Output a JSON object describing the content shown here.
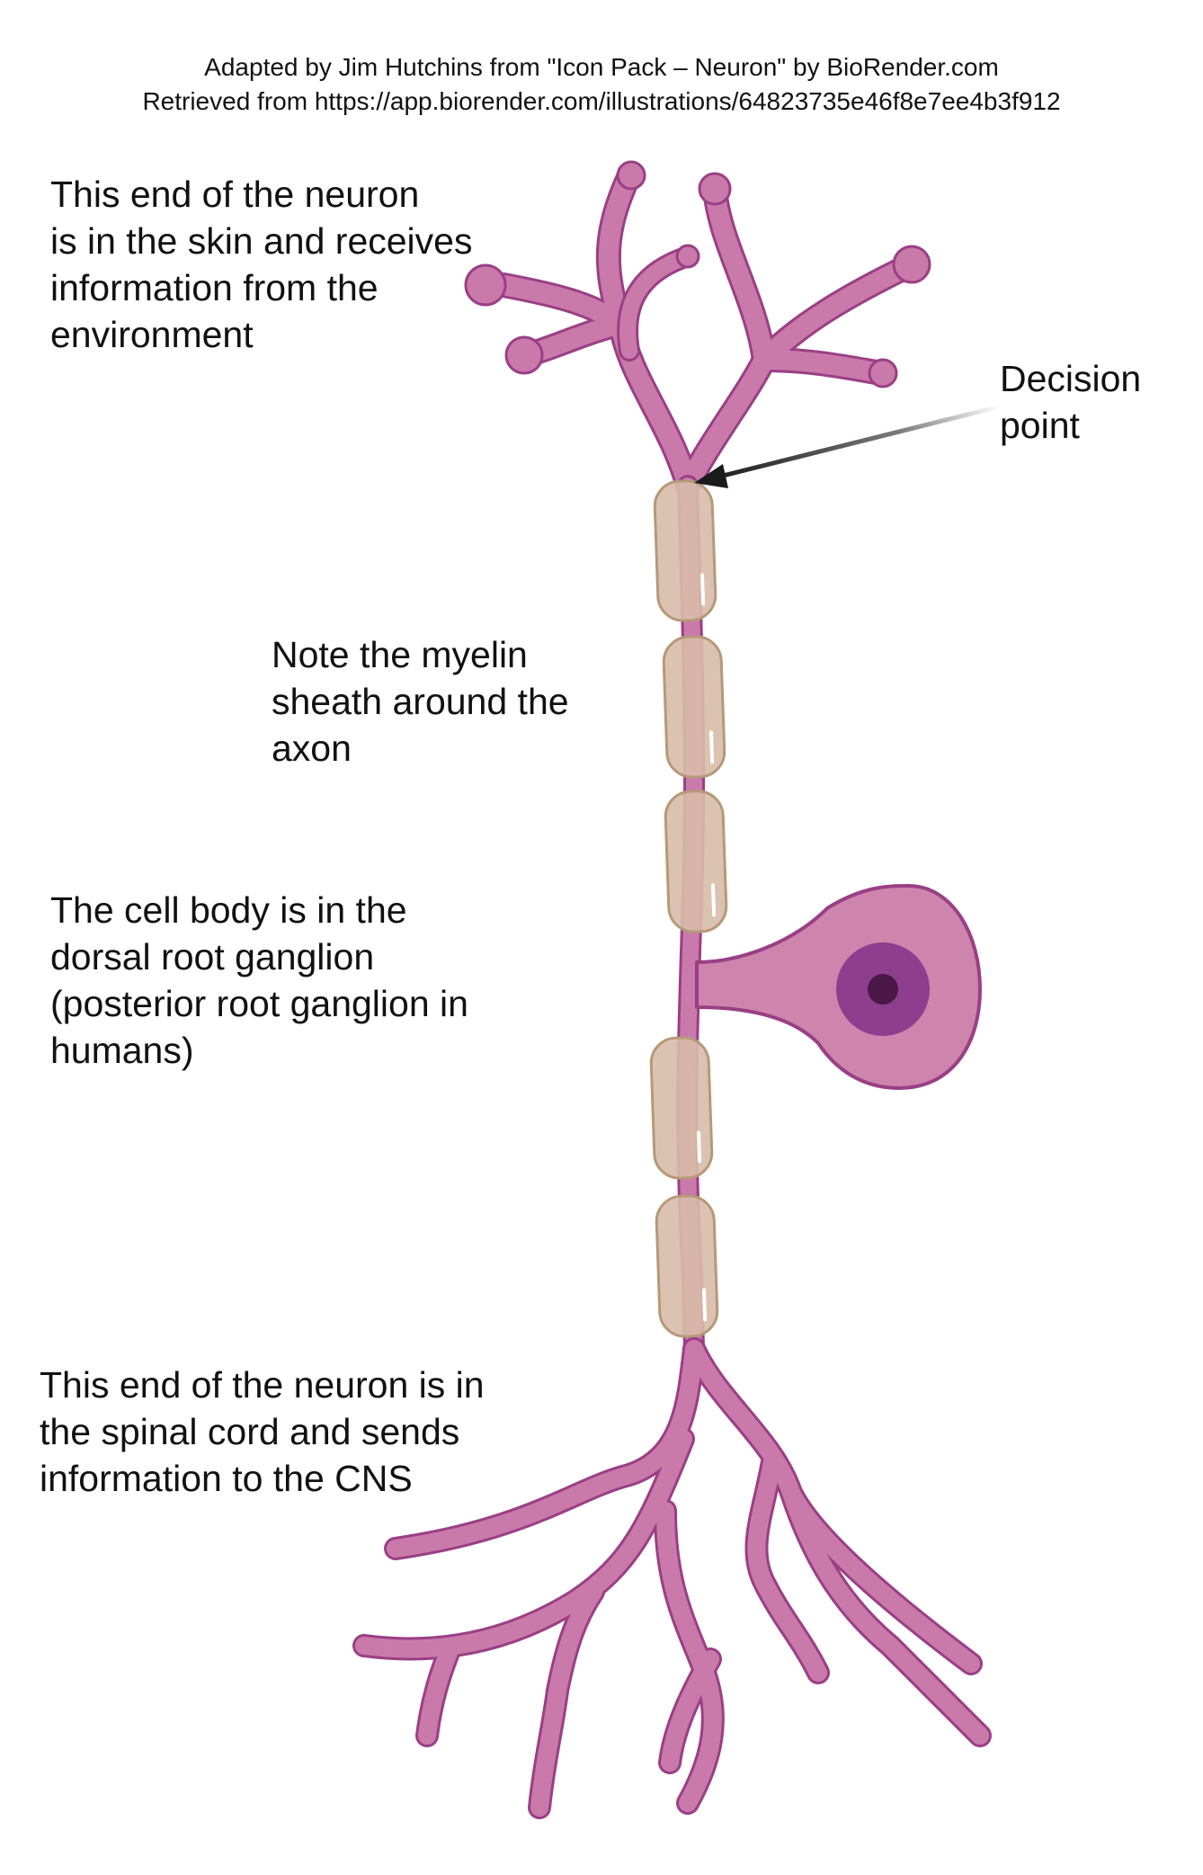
{
  "credit": {
    "line1": "Adapted by Jim Hutchins from \"Icon Pack – Neuron\" by BioRender.com",
    "line2": "Retrieved from https://app.biorender.com/illustrations/64823735e46f8e7ee4b3f912"
  },
  "labels": {
    "receiving_end": "This end of the neuron\nis in the skin and receives\ninformation from the\nenvironment",
    "decision_point": "Decision\npoint",
    "myelin": "Note the myelin\nsheath around the\naxon",
    "cell_body": "The cell body is in the\ndorsal root ganglion\n(posterior root ganglion in\nhumans)",
    "sending_end": "This end of the neuron is in\nthe spinal cord and sends\ninformation to the CNS"
  },
  "colors": {
    "neuron_fill": "#c97aab",
    "neuron_outline": "#9a3f85",
    "soma_fill": "#cd85ae",
    "nucleus": "#8e3e8e",
    "nucleolus": "#4a1746",
    "myelin_fill": "#d8bca8",
    "myelin_outline": "#b6997a",
    "arrow": "#1a1a1a"
  }
}
